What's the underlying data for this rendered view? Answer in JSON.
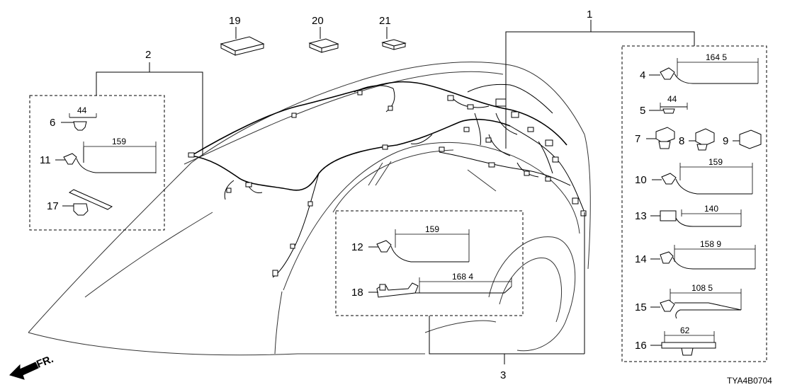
{
  "diagram": {
    "code": "TYA4B0704",
    "direction": "FR.",
    "callouts": {
      "c1": "1",
      "c2": "2",
      "c3": "3",
      "c4": "4",
      "c5": "5",
      "c6": "6",
      "c7": "7",
      "c8": "8",
      "c9": "9",
      "c10": "10",
      "c11": "11",
      "c12": "12",
      "c13": "13",
      "c14": "14",
      "c15": "15",
      "c16": "16",
      "c17": "17",
      "c18": "18",
      "c19": "19",
      "c20": "20",
      "c21": "21"
    },
    "dimensions": {
      "d4": "164 5",
      "d5": "44",
      "d6": "44",
      "d10": "159",
      "d11": "159",
      "d12": "159",
      "d13": "140",
      "d14": "158 9",
      "d15": "108 5",
      "d16": "62",
      "d18": "168 4"
    }
  }
}
